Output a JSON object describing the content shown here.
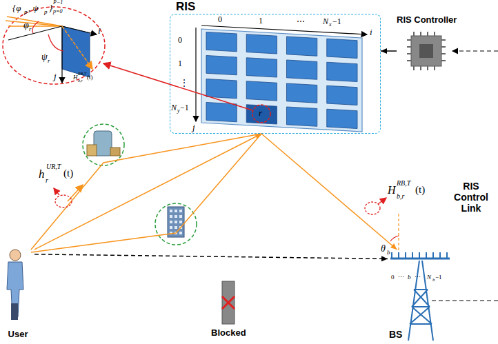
{
  "diagram": {
    "nodes": [
      {
        "text": [
          "RIS"
        ]
      },
      {
        "text": [
          "RIS Controller"
        ]
      },
      {
        "text": [
          "User"
        ]
      },
      {
        "text": [
          "BS"
        ]
      }
    ],
    "edges": [
      {
        "from": 1,
        "to": 0,
        "arrow": "to"
      },
      {
        "from": 2,
        "to": 0,
        "arrow": "to"
      },
      {
        "from": 0,
        "to": 3,
        "arrow": "to"
      },
      {
        "from": 2,
        "to": 3,
        "arrow": "to"
      }
    ],
    "labels": [
      "{φ",
      "p",
      ", ψ",
      "p",
      "}",
      "P−1",
      "p=0",
      "φ",
      "r",
      "ψ",
      "r",
      "i",
      "j",
      "H",
      "b,r",
      "RB,T",
      "(t)",
      "0",
      "1",
      "⋯",
      "N",
      "x",
      " −1",
      "i",
      "0",
      "1",
      "⋮",
      "N",
      "y",
      " −1",
      "j",
      "r",
      "h",
      "r",
      "UR,T",
      "(t)",
      "H",
      "b,r",
      "RB,T",
      "(t)",
      "RIS Control Link",
      "θ",
      "b",
      "0",
      "⋯",
      "b",
      "⋯",
      "N",
      "b",
      " −1",
      "Blocked"
    ]
  }
}
